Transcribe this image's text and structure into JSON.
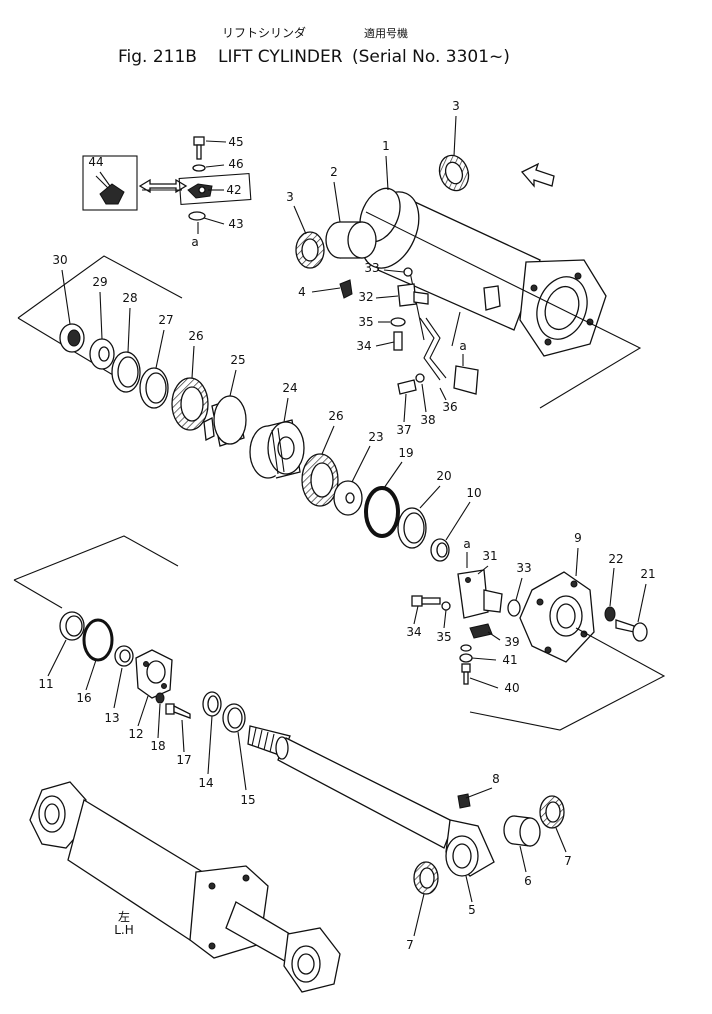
{
  "title_jp": "リフトシリンダ",
  "applicability_jp": "適用号機",
  "fig_label": "Fig. 211B",
  "title_en": "LIFT CYLINDER",
  "serial": "(Serial No. 3301~)",
  "side_jp": "左",
  "side_en": "L.H",
  "ref_a": "a",
  "parts": [
    "1",
    "2",
    "3",
    "4",
    "5",
    "6",
    "7",
    "8",
    "9",
    "10",
    "11",
    "12",
    "13",
    "14",
    "15",
    "16",
    "17",
    "18",
    "19",
    "20",
    "21",
    "22",
    "23",
    "24",
    "25",
    "26",
    "27",
    "28",
    "29",
    "30",
    "31",
    "32",
    "33",
    "34",
    "35",
    "36",
    "37",
    "38",
    "39",
    "40",
    "41",
    "42",
    "43",
    "44",
    "45",
    "46"
  ]
}
